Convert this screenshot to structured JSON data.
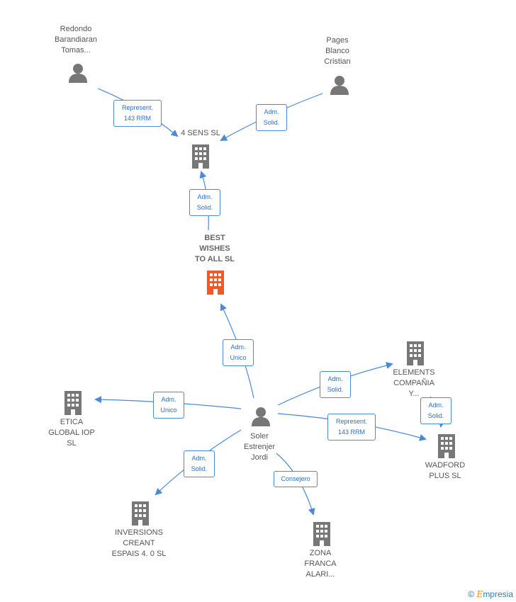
{
  "nodes": {
    "redondo": {
      "label": "Redondo\nBarandiaran\nTomas...",
      "icon": "person-icon"
    },
    "pages": {
      "label": "Pages\nBlanco\nCristian",
      "icon": "person-icon"
    },
    "sens": {
      "label": "4 SENS  SL",
      "icon": "building-icon"
    },
    "best": {
      "label": "BEST\nWISHES\nTO ALL  SL",
      "icon": "building-icon",
      "color": "#f05a28"
    },
    "soler": {
      "label": "Soler\nEstrenjer\nJordi",
      "icon": "person-icon"
    },
    "elements": {
      "label": "ELEMENTS\nCOMPAÑIA\nY...",
      "icon": "building-icon"
    },
    "wadford": {
      "label": "WADFORD\nPLUS SL",
      "icon": "building-icon"
    },
    "etica": {
      "label": "ETICA\nGLOBAL IOP\nSL",
      "icon": "building-icon"
    },
    "inversions": {
      "label": "INVERSIONS\nCREANT\nESPAIS 4. 0  SL",
      "icon": "building-icon"
    },
    "zona": {
      "label": "ZONA\nFRANCA\nALARI...",
      "icon": "building-icon"
    }
  },
  "edges": {
    "redondo_sens": "Represent.\n143 RRM",
    "pages_sens": "Adm.\nSolid.",
    "best_sens": "Adm.\nSolid.",
    "soler_best": "Adm.\nUnico",
    "soler_elements": "Adm.\nSolid.",
    "elements_wadford": "Adm.\nSolid.",
    "soler_wadford": "Represent.\n143 RRM",
    "soler_etica": "Adm.\nUnico",
    "soler_inversions": "Adm.\nSolid.",
    "soler_zona": "Consejero"
  },
  "colors": {
    "edge": "#4a8ad9",
    "node": "#777777",
    "highlight": "#f05a28"
  },
  "brand": {
    "symbol": "©",
    "initial": "E",
    "rest": "mpresia"
  }
}
